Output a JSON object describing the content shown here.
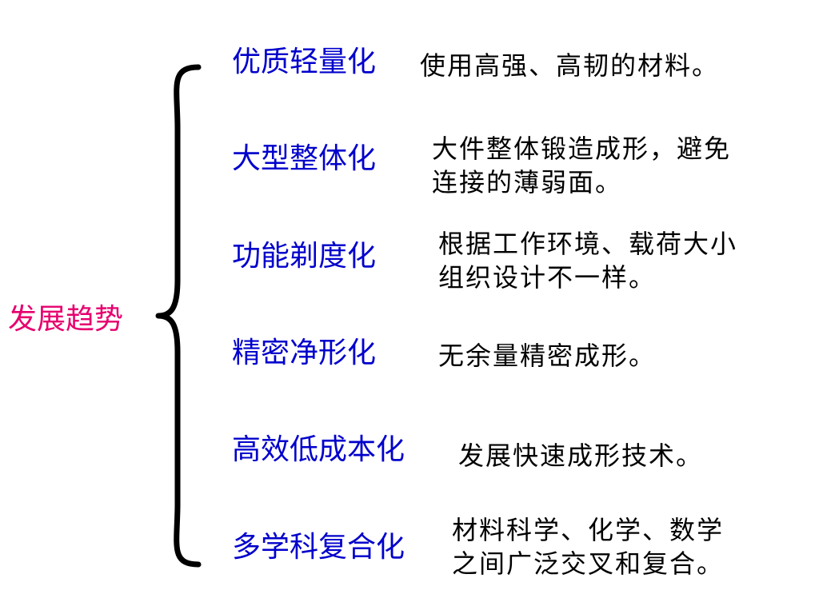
{
  "root": {
    "label": "发展趋势",
    "color": "#e6006e"
  },
  "trend_color": "#0000cc",
  "trends": [
    {
      "title": "优质轻量化",
      "desc": [
        "使用高强、高韧的材料。"
      ]
    },
    {
      "title": "大型整体化",
      "desc": [
        "大件整体锻造成形，避免",
        "连接的薄弱面。"
      ]
    },
    {
      "title": "功能剃度化",
      "desc": [
        "根据工作环境、载荷大小",
        "组织设计不一样。"
      ]
    },
    {
      "title": "精密净形化",
      "desc": [
        "无余量精密成形。"
      ]
    },
    {
      "title": "高效低成本化",
      "desc": [
        "发展快速成形技术。"
      ]
    },
    {
      "title": "多学科复合化",
      "desc": [
        "材料科学、化学、数学",
        "之间广泛交叉和复合。"
      ]
    }
  ]
}
